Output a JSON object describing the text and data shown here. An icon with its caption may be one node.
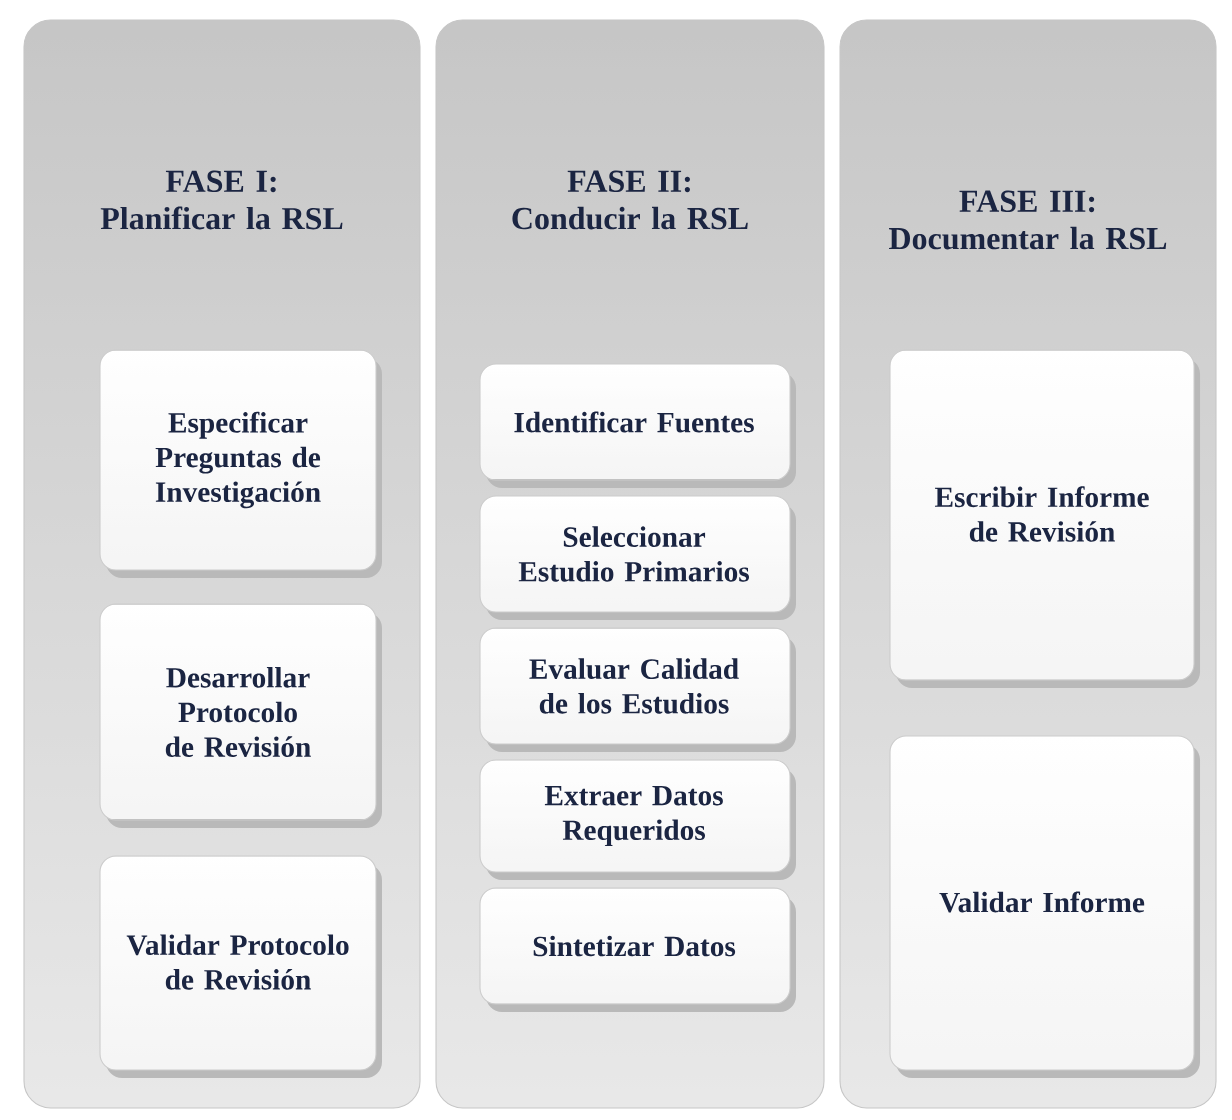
{
  "diagram": {
    "nodes": [
      {
        "text": [
          "FASE I: Planificar la RSL"
        ]
      },
      {
        "text": [
          "Especificar Preguntas de Investigación"
        ],
        "in": 0
      },
      {
        "text": [
          "Desarrollar Protocolo de Revisión"
        ],
        "in": 0
      },
      {
        "text": [
          "Validar Protocolo de Revisión"
        ],
        "in": 0
      },
      {
        "text": [
          "FASE II: Conducir la RSL"
        ]
      },
      {
        "text": [
          "Identificar Fuentes"
        ],
        "in": 4
      },
      {
        "text": [
          "Seleccionar Estudio Primarios"
        ],
        "in": 4
      },
      {
        "text": [
          "Evaluar Calidad de los Estudios"
        ],
        "in": 4
      },
      {
        "text": [
          "Extraer Datos Requeridos"
        ],
        "in": 4
      },
      {
        "text": [
          "Sintetizar Datos"
        ],
        "in": 4
      },
      {
        "text": [
          "FASE III: Documentar la RSL"
        ]
      },
      {
        "text": [
          "Escribir Informe de Revisión"
        ],
        "in": 10
      },
      {
        "text": [
          "Validar Informe"
        ],
        "in": 10
      }
    ]
  }
}
